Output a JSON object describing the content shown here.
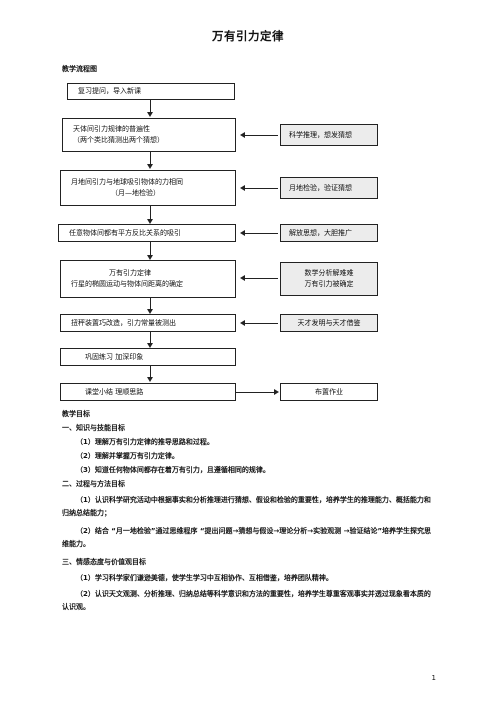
{
  "title": "万有引力定律",
  "flow_heading": "教学流程图",
  "flow": {
    "step1": "复习提问，导入新课",
    "step2_line1": "天体间引力规律的普遍性",
    "step2_line2": "（两个类比猜测出两个猜想）",
    "step3_line1": "月地间引力与地球吸引物体的力相同",
    "step3_line2": "（月—地检验）",
    "step4": "任意物体间都有平方反比关系的吸引",
    "step5_line1": "万有引力定律",
    "step5_line2": "行星的椭圆运动与物体间距离的确定",
    "step6": "扭秤装置巧改造，引力常量被测出",
    "step7": "巩固练习 加深印象",
    "step8": "课堂小结 理顺思路",
    "side1": "科学推理，想发猜想",
    "side2": "月地检验，验证猜想",
    "side3": "解放思想，大胆推广",
    "side4_line1": "数学分析解难难",
    "side4_line2": "万有引力被确定",
    "side5": "天才发明与天才借鉴",
    "side6": "布置作业"
  },
  "goals": {
    "heading": "教学目标",
    "s1_title": "一、知识与技能目标",
    "s1_items": [
      "（1）理解万有引力定律的推导思路和过程。",
      "（2）理解并掌握万有引力定律。",
      "（3）知道任何物体间都存在着万有引力，且遵循相同的规律。"
    ],
    "s2_title": "二、过程与方法目标",
    "s2_items": [
      "（1）认识科学研究活动中根据事实和分析推理进行猜想、假设和检验的重要性，培养学生的推理能力、概括能力和归纳总结能力；",
      "（2）结合 “月一地检验”通过思维程序 “提出问题→猜想与假设→理论分析→实验观测 →验证结论”培养学生探究思维能力。"
    ],
    "s3_title": "三、情感态度与价值观目标",
    "s3_items": [
      "（1）学习科学家们谦逊美德，使学生学习中互相协作、互相借鉴，培养团队精神。",
      "（2）认识天文观测、分析推理、归纳总结等科学意识和方法的重要性，培养学生尊重客观事实并透过现象看本质的认识观。"
    ]
  },
  "page_number": "1"
}
